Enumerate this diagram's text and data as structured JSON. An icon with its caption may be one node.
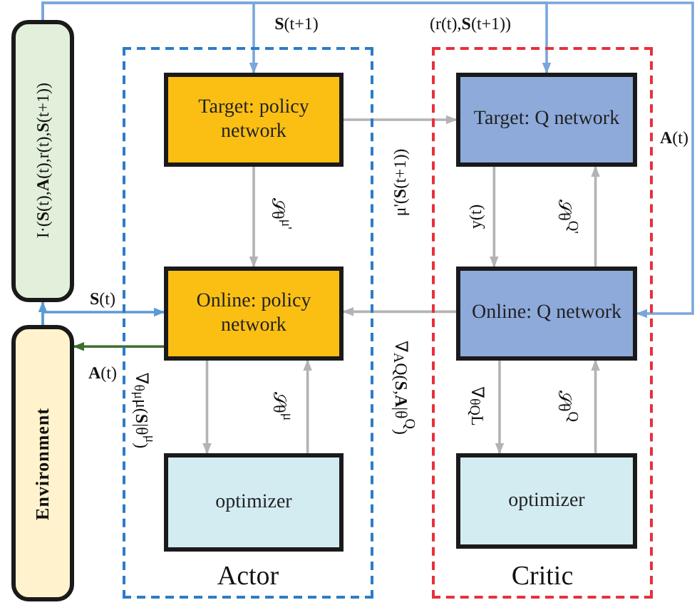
{
  "diagram": {
    "nodes": [
      {
        "text": [
          "I·(**S**(t),**A**(t),r(t),**S**(t+1))"
        ]
      },
      {
        "text": [
          "Environment"
        ]
      },
      {
        "text": [
          "Actor"
        ]
      },
      {
        "text": [
          "Target: policy network"
        ],
        "in": 2
      },
      {
        "text": [
          "Online: policy network"
        ],
        "in": 2
      },
      {
        "text": [
          "optimizer"
        ],
        "in": 2
      },
      {
        "text": [
          "Critic"
        ]
      },
      {
        "text": [
          "Target: Q network"
        ],
        "in": 6
      },
      {
        "text": [
          "Online: Q network"
        ],
        "in": 6
      },
      {
        "text": [
          "optimizer"
        ],
        "in": 6
      }
    ],
    "edges": [
      {
        "from": 0,
        "to": 3,
        "arrow": "to",
        "label": "**S**(t+1)",
        "color": "#7aa6dc"
      },
      {
        "from": 0,
        "to": 7,
        "arrow": "to",
        "label": "(r(t),**S**(t+1))",
        "color": "#7aa6dc"
      },
      {
        "from": 0,
        "to": 8,
        "arrow": "to",
        "label": "**A**(t)",
        "color": "#7aa6dc"
      },
      {
        "from": 1,
        "to": 0,
        "arrow": "to",
        "color": "#5b9bd5"
      },
      {
        "from": 1,
        "to": 4,
        "arrow": "to",
        "label": "**S**(t)",
        "color": "#5b9bd5"
      },
      {
        "from": 4,
        "to": 1,
        "arrow": "to",
        "label": "**A**(t)",
        "color": "#3c6e2f"
      },
      {
        "from": 3,
        "to": 4,
        "arrow": "to",
        "label": "𝒮θ$^{μ'}$"
      },
      {
        "from": 3,
        "to": 7,
        "arrow": "to",
        "label": "μ'(**S**(t+1))"
      },
      {
        "from": 7,
        "to": 8,
        "arrow": "to",
        "label": "y(t)"
      },
      {
        "from": 8,
        "to": 7,
        "arrow": "to",
        "label": "𝒮θ$^{Q'}$"
      },
      {
        "from": 8,
        "to": 4,
        "arrow": "to",
        "label": "∇$_{A}$Q(**S**,**A**|θ$^{Q}$)"
      },
      {
        "from": 4,
        "to": 5,
        "arrow": "to",
        "label": "∇$_{θμ}$μ(**S**|θ$^{μ}$)"
      },
      {
        "from": 5,
        "to": 4,
        "arrow": "to",
        "label": "𝒮θ$^{μ}$"
      },
      {
        "from": 8,
        "to": 9,
        "arrow": "to",
        "label": "∇$_{θQ}$L"
      },
      {
        "from": 9,
        "to": 8,
        "arrow": "to",
        "label": "𝒮θ$^{Q}$"
      }
    ]
  }
}
